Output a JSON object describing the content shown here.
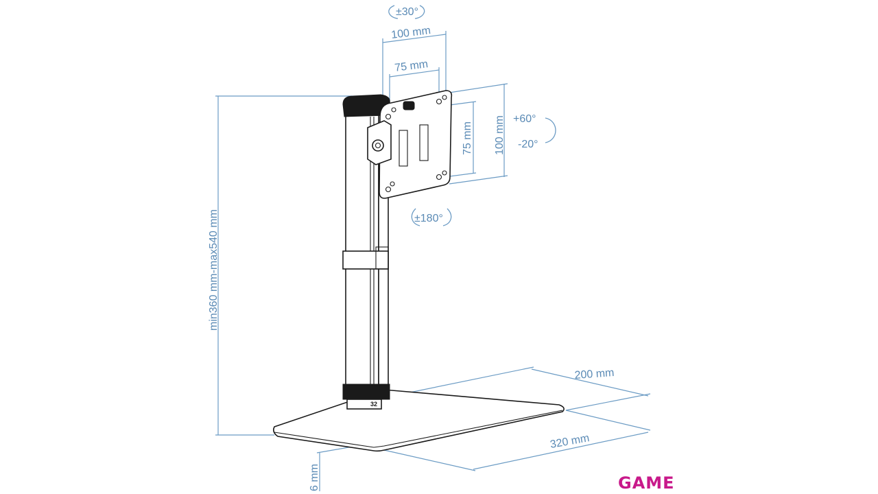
{
  "labels": {
    "swivel": "±30°",
    "vesa_outer_h": "100 mm",
    "vesa_inner_h": "75 mm",
    "vesa_inner_v": "75 mm",
    "vesa_outer_v": "100 mm",
    "tilt_up": "+60°",
    "tilt_down": "-20°",
    "rotation": "±180°",
    "height_range": "min360 mm-max540 mm",
    "base_depth": "200 mm",
    "base_width": "320 mm",
    "base_thickness": "6 mm",
    "collar_mark": "32"
  },
  "brand": {
    "name": "GAME",
    "color": "#c8198a"
  },
  "colors": {
    "dimension": "#6b9bc4",
    "outline": "#1a1a1a"
  }
}
